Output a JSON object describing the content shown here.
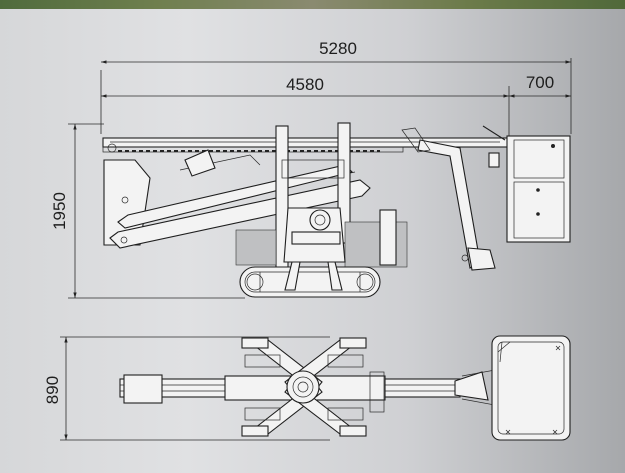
{
  "dimensions": {
    "overall_length": "5280",
    "boom_length": "4580",
    "basket_length": "700",
    "height": "1950",
    "width": "890"
  },
  "colors": {
    "background_light": "#e0e1e3",
    "background_dark": "#a6a8ab",
    "line": "#1f1f1f"
  }
}
